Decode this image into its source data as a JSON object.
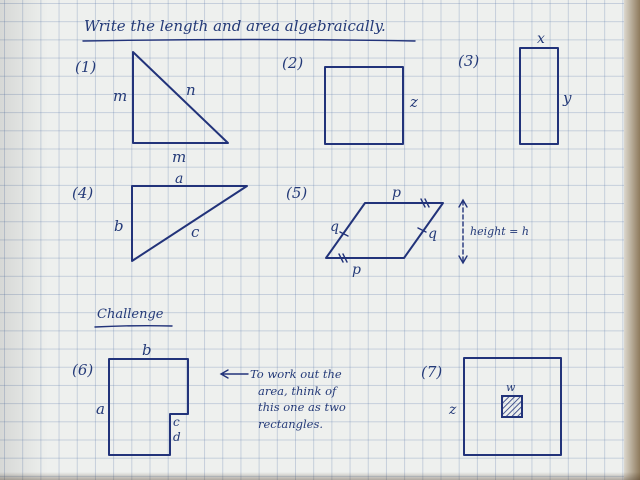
{
  "title": "Write the length and area algebraically.",
  "challenge_heading": "Challenge",
  "colors": {
    "ink": "#22337a",
    "grid": "#8aa0c8",
    "paper": "#eef0ee"
  },
  "problems": [
    {
      "number": "(1)",
      "labels": {
        "vertical_side": "m",
        "hypotenuse": "n",
        "base": "m"
      }
    },
    {
      "number": "(2)",
      "labels": {
        "side": "z"
      }
    },
    {
      "number": "(3)",
      "labels": {
        "width": "x",
        "height": "y"
      }
    },
    {
      "number": "(4)",
      "labels": {
        "top": "a",
        "vertical_side": "b",
        "hypotenuse": "c"
      }
    },
    {
      "number": "(5)",
      "labels": {
        "top": "p",
        "bottom": "p",
        "left": "q",
        "right": "q",
        "height": "height = h"
      }
    },
    {
      "number": "(6)",
      "labels": {
        "top": "b",
        "left": "a",
        "notch": "c",
        "bottom_right": "d"
      },
      "note_lines": [
        "To work out the",
        "area, think of",
        "this one as two",
        "rectangles."
      ]
    },
    {
      "number": "(7)",
      "labels": {
        "outer_side": "z",
        "inner_square": "w"
      }
    }
  ]
}
